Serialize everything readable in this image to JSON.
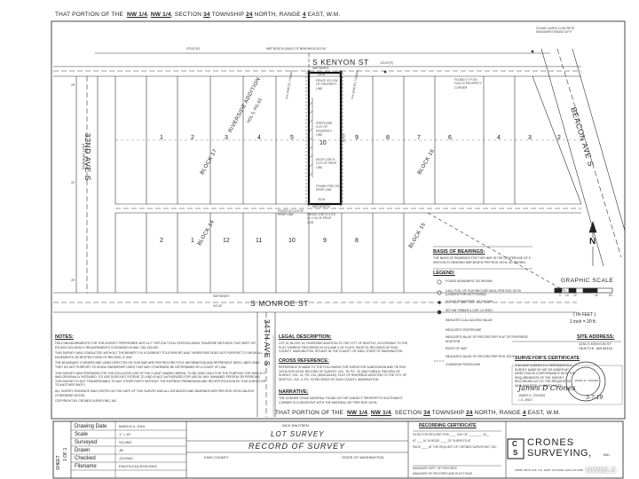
{
  "header": {
    "top": {
      "prefix": "THAT PORTION OF THE",
      "q1": "NW 1/4",
      "q2": "NW 1/4",
      "section_label": "SECTION",
      "section": "34",
      "township_label": "TOWNSHIP",
      "township": "24",
      "north_range": "NORTH, RANGE",
      "range": "4",
      "east": "EAST, W.M."
    },
    "bottom": {
      "prefix": "THAT PORTION OF THE",
      "q1": "NW 1/4",
      "q2": "NW 1/4",
      "section_label": "SECTION",
      "section": "34",
      "township_label": "TOWNSHIP",
      "township": "24",
      "north_range": "NORTH, RANGE",
      "range": "4",
      "east": "EAST, W.M."
    }
  },
  "streets": {
    "kenyon": "S KENYON ST",
    "monroe": "S MONROE ST",
    "ave32": "32ND AVE S",
    "ave32_note": "(NOT OPENED)",
    "ave34": "34TH AVE S",
    "beacon": "BEACON AVE S"
  },
  "subdivision": {
    "name": "RIVERSIDE ADDITION",
    "vol": "VOL 5, PG 93"
  },
  "blocks": {
    "b17": "BLOCK 17",
    "b16": "BLOCK 16",
    "b14": "BLOCK 14",
    "b15": "BLOCK 15"
  },
  "lots_north_w": [
    "1",
    "2",
    "3",
    "4",
    "5"
  ],
  "lots_north_e": [
    "9",
    "8",
    "7",
    "6",
    "4",
    "3",
    "2"
  ],
  "lots_subject": "10",
  "lots_south_w": [
    "2",
    "1",
    "12",
    "11",
    "10",
    "9",
    "8"
  ],
  "dims": {
    "bearing_top": "N89°38'08\"W (BASIS OF BEARINGS) 622.56'",
    "d575": "575.00'(P)",
    "d120": "120.00'(P)",
    "kenyon_brg": "S89°38'08\"E",
    "d2500": "25.00'",
    "d2500b": "25.00'",
    "d120s": "120.00'",
    "monroe_brg": "S89°38'08\"E",
    "d347": "347.60'",
    "lot_brg": "N89°38'08\"W",
    "d25": "25'",
    "d25b": "25'",
    "d30": "30'"
  },
  "callouts": {
    "fence_n": "FENCE IS 0.3'W OF PROPERTY LINE",
    "steps": "STEPS ARE 0.1'E OF PROPERTY LINE",
    "deck": "DECK COR IS 0.2'S OF PROP LINE",
    "found_pin": "FOUND PIPE ON PROP LINE",
    "fence_s": "FENCE IS 0.2'S OF PROP LINE",
    "fence_s2": "FENCE COR IS 0.5'S & 1.1'W OF PROP COR",
    "found_2": "FOUND 2\" IP ON CALC'D PROPERTY CORNER",
    "found_monument": "FOUND CASED CONCRETE MONUMENT BRASS W/\"X\"",
    "tax1": "TAX PARCEL 7338400...",
    "tax2": "TAX PARCEL 7338400..."
  },
  "basis": {
    "title": "BASIS OF BEARINGS:",
    "text": "THE BASIS OF BEARINGS FOR THIS MAP IS THE CENTERLINE OF S KENYON ST BEARING N89°38'08\"W PER ROS 19/7/6, AS SHOWN."
  },
  "legend": {
    "title": "LEGEND:",
    "items": [
      "FOUND MONUMENT, AS SHOWN",
      "CALC POS. OF PLAT/RECORD MON. PER ROS 19/7/6 (LOOKED FOR NOT FOUND)",
      "FOUND REBAR/PIPE, AS SHOWN",
      "SET 5/8\" REBAR & CAP, LS 29537",
      "INDICATES CALCULATED VALUE",
      "INDICATES CENTERLINE",
      "INDICATES VALUE OF RECORD PER PLAT OF RIVERSIDE ADDITION",
      "RIGHT OF WAY",
      "INDICATES VALUE OF RECORD PER ROS 19/7/6",
      "CHAINLINK FENCE/LINE"
    ]
  },
  "graphic_scale": {
    "title": "GRAPHIC SCALE",
    "t0": "0",
    "t10": "10",
    "t20": "20",
    "t40": "40",
    "t80": "80",
    "in_feet": "( IN FEET )",
    "ratio": "1 inch = 20 ft."
  },
  "site": {
    "title": "SITE ADDRESS:",
    "line1": "3250 S KENYON ST",
    "line2": "SEATTLE, WA 98118"
  },
  "surveyor": {
    "title": "SURVEYOR'S CERTIFICATE",
    "text": "THIS MAP CORRECTLY REPRESENTS A SURVEY MADE BY ME OR UNDER MY DIRECTION IN CONFORMANCE WITH THE REQUIREMENTS OF THE SURVEY RECORDING ACT AT THE REQUEST OF NICK KNUTSEN, IN MARCH 2019.",
    "name": "JAMES D. CRONES",
    "lic": "L.S. 29537",
    "date": "3-7-19",
    "signature": "James D Crones"
  },
  "notes": {
    "title": "NOTES:",
    "items": [
      "FIELD MEASUREMENTS FOR THIS SURVEY PERFORMED WITH A 2\" TOPCON TOTAL STATION USING TRAVERSE METHODS THAT MEET OR EXCEED ACCURACY REQUIREMENTS CONTAINED IN WAC 332-130-090.",
      "THIS SURVEY WAS CONDUCTED WITHOUT THE BENEFIT OF A CURRENT TITLE REPORT AND THEREFORE DOES NOT PURPORT TO SHOW ALL EASEMENTS OR RESTRICTIONS OF RECORD, IF ANY.",
      "THE BOUNDARY CORNERS AND LINES DEPICTED ON THIS MAP ARE PER RECORD TITLE INFORMATION AND REPRESENT DEED LINES ONLY. THEY DO NOT PURPORT TO SHOW OWNERSHIP LINES THAT MAY OTHERWISE BE DETERMINED BY A COURT OF LAW.",
      "THIS SURVEY WAS PREPARED FOR THE EXCLUSIVE USE OF THE CLIENT NAMED HEREIN, TO BE USED ONLY FOR THE PURPOSE FOR WHICH IT WAS ORIGINALLY INTENDED. ITS USE DOES NOT EXTEND TO, AND IS NOT AUTHORIZED FOR USE BY ANY UNNAMED PERSON OR PERSONS. THIS SURVEY IS NOT TRANSFERABLE TO ANY OTHER PARTY WITHOUT THE EXPRESS PERMISSION AND RECERTIFICATION BY THIS SURVEYOR TO ANOTHER PARTY.",
      "ALL SURVEY EVIDENCE WAS VISITED ON THE DATE OF THIS SURVEY AND ALL DISTANCES AND BEARINGS ARE PER ROS 19/7/6 UNLESS OTHERWISE NOTED.",
      "COPYRIGHT BY CRONES SURVEYING, INC."
    ]
  },
  "legal": {
    "title": "LEGAL DESCRIPTION:",
    "text": "LOT 10, BLOCK 16, RIVERSIDE ADDITION TO THE CITY OF SEATTLE, ACCORDING TO THE PLAT THEREOF RECORDED IN VOLUME 5 OF PLATS, PAGE 93, RECORDS OF KING COUNTY, WASHINGTON. SITUATE IN THE COUNTY OF KING, STATE OF WASHINGTON."
  },
  "cross": {
    "title": "CROSS REFERENCE:",
    "text": "REFERENCE IS MADE TO THE FOLLOWING FOR SURVEYOR SUBDIVISION AND TIE ROS 19/7/6 ROS 19/7/6. RECORD OF SURVEY, VOL. 78, PG. 78, (9607138014). RECORD OF SURVEY, VOL. 21, PG. 233, (8001310442). PLAT OF RIVERSIDE ADDITION TO THE CITY OF SEATTLE, VOL. 5, PG. 93 RECORDS OF KING COUNTY, WASHINGTON."
  },
  "narrative": {
    "title": "NARRATIVE:",
    "text": "THE CORNER STAKE MATERIAL FOUND ON THE SUBJECT PROPERTY'S SOUTHWEST CORNER IS CONSISTENT WITH THE MATERIAL SET PER ROS 19/7/6."
  },
  "titleblock": {
    "sheet_label": "SHEET",
    "sheet": "1 OF 1",
    "labels": {
      "date": "Drawing Date",
      "scale": "Scale",
      "surveyed": "Surveyed",
      "drawn": "Drawn",
      "checked": "Checked",
      "file": "Filename"
    },
    "values": {
      "date": "MARCH 4, 2019",
      "scale": "1\" = 20'",
      "surveyed": "SC/JMC",
      "drawn": "JB",
      "checked": "JJC/SAC",
      "file": "KNUTN-01A-ROS.DWG"
    },
    "client": "NICK KNUTSEN",
    "lot_survey": "LOT SURVEY",
    "record": "RECORD OF SURVEY",
    "county": "KING COUNTY",
    "state": "STATE OF WASHINGTON"
  },
  "recording": {
    "title": "RECORDING CERTIFICATE",
    "l1": "FILED FOR RECORD THIS ____ DAY OF ________, 20__",
    "l2": "AT ____M. IN BOOK ____ OF SURVEYS AT",
    "l3": "PAGE ____ AT THE REQUEST OF CRONES SURVEYING, INC.",
    "l4": "MANAGER          SUPT. OF RECORDS",
    "l5": "MANAGER OF RECORDS AND ELECTIONS"
  },
  "company": {
    "logo_top": "C",
    "logo_bottom": "S",
    "name1": "CRONES",
    "name2": "SURVEYING,",
    "inc": "INC.",
    "address": "23808 196TH AVE. S.E. KENT, WA 98042 (425) 432-1850"
  },
  "watermark": "NWMLS",
  "north_letter": "N",
  "seal": "JAMES D. CRONES"
}
